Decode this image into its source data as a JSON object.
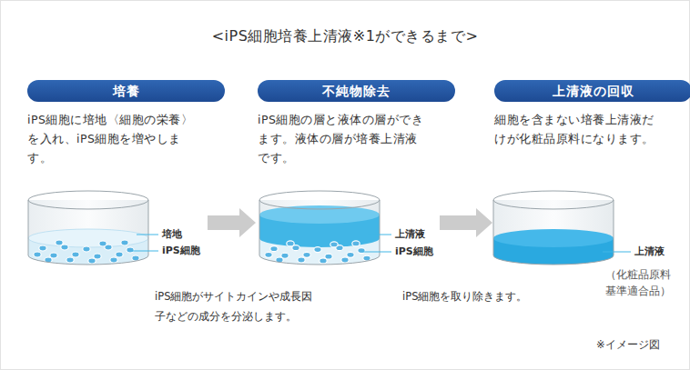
{
  "diagram": {
    "title": "<iPS細胞培養上清液※1ができるまで>",
    "nodes": [
      {
        "text": [
          "培養",
          "iPS細胞に培地〈細胞の栄養〉を入れ、iPS細胞を増やします。"
        ]
      },
      {
        "text": [
          "不純物除去",
          "iPS細胞の層と液体の層ができます。液体の層が培養上清液です。"
        ]
      },
      {
        "text": [
          "上清液の回収",
          "細胞を含まない培養上清液だけが化粧品原料になります。"
        ]
      }
    ],
    "edges": [
      {
        "from": 0,
        "to": 1,
        "arrow": "to"
      },
      {
        "from": 1,
        "to": 2,
        "arrow": "to"
      }
    ],
    "labels": [
      "培地",
      "iPS細胞",
      "上清液",
      "iPS細胞",
      "上清液",
      "（化粧品原料基準適合品）",
      "iPS細胞がサイトカインや成長因子などの成分を分泌します。",
      "iPS細胞を取り除きます。",
      "※イメージ図"
    ]
  }
}
